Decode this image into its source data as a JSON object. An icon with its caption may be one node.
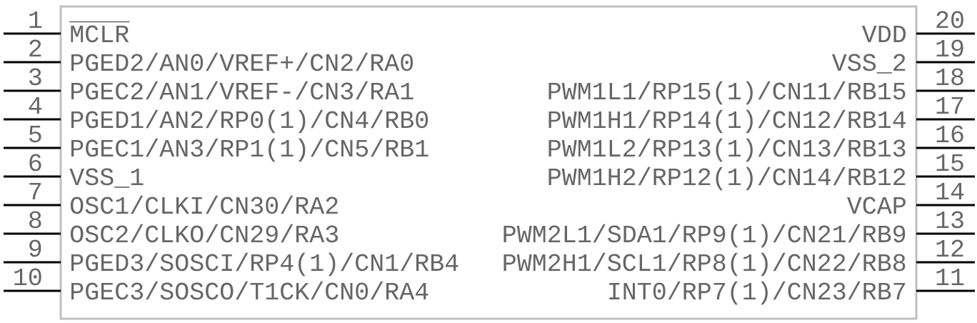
{
  "diagram": {
    "labels": [
      "1",
      "MCLR",
      "2",
      "PGED2/AN0/VREF+/CN2/RA0",
      "3",
      "PGEC2/AN1/VREF-/CN3/RA1",
      "4",
      "PGED1/AN2/RP0(1)/CN4/RB0",
      "5",
      "PGEC1/AN3/RP1(1)/CN5/RB1",
      "6",
      "VSS_1",
      "7",
      "OSC1/CLKI/CN30/RA2",
      "8",
      "OSC2/CLKO/CN29/RA3",
      "9",
      "PGED3/SOSCI/RP4(1)/CN1/RB4",
      "10",
      "PGEC3/SOSCO/T1CK/CN0/RA4",
      "20",
      "VDD",
      "19",
      "VSS_2",
      "18",
      "PWM1L1/RP15(1)/CN11/RB15",
      "17",
      "PWM1H1/RP14(1)/CN12/RB14",
      "16",
      "PWM1L2/RP13(1)/CN13/RB13",
      "15",
      "PWM1H2/RP12(1)/CN14/RB12",
      "14",
      "VCAP",
      "13",
      "PWM2L1/SDA1/RP9(1)/CN21/RB9",
      "12",
      "PWM2H1/SCL1/RP8(1)/CN22/RB8",
      "11",
      "INT0/RP7(1)/CN23/RB7"
    ]
  }
}
